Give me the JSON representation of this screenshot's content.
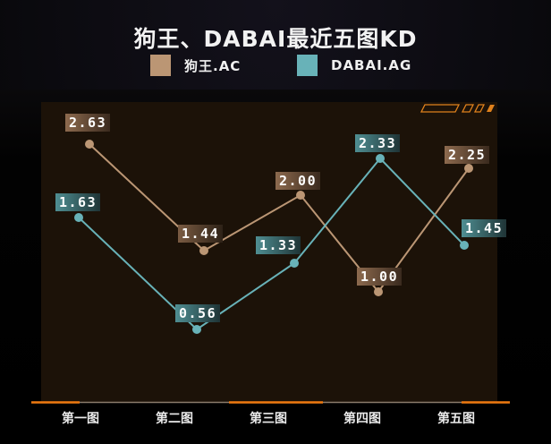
{
  "title": "狗王、DABAI最近五图KD",
  "legend": [
    {
      "label": "狗王.AC",
      "color": "#bb9674"
    },
    {
      "label": "DABAI.AG",
      "color": "#68b2b8"
    }
  ],
  "colors": {
    "plot_bg": "#1c1208",
    "axis_line": "#8a7c6c",
    "axis_accent": "#f07a10",
    "deco": "#e0811c"
  },
  "chart_data": {
    "type": "line",
    "title": "狗王、DABAI最近五图KD",
    "categories": [
      "第一图",
      "第二图",
      "第三图",
      "第四图",
      "第五图"
    ],
    "series": [
      {
        "name": "狗王.AC",
        "values": [
          2.63,
          1.44,
          2.0,
          1.0,
          2.25
        ],
        "labels": [
          "2.63",
          "1.44",
          "2.00",
          "1.00",
          "2.25"
        ]
      },
      {
        "name": "DABAI.AG",
        "values": [
          1.63,
          0.56,
          1.33,
          2.33,
          1.45
        ],
        "labels": [
          "1.63",
          "0.56",
          "1.33",
          "2.33",
          "1.45"
        ]
      }
    ],
    "xlabel": "",
    "ylabel": "",
    "grid": false,
    "legend_position": "top",
    "data_labels": true
  },
  "x_axis": {
    "labels": [
      "第一图",
      "第二图",
      "第三图",
      "第四图",
      "第五图"
    ]
  }
}
